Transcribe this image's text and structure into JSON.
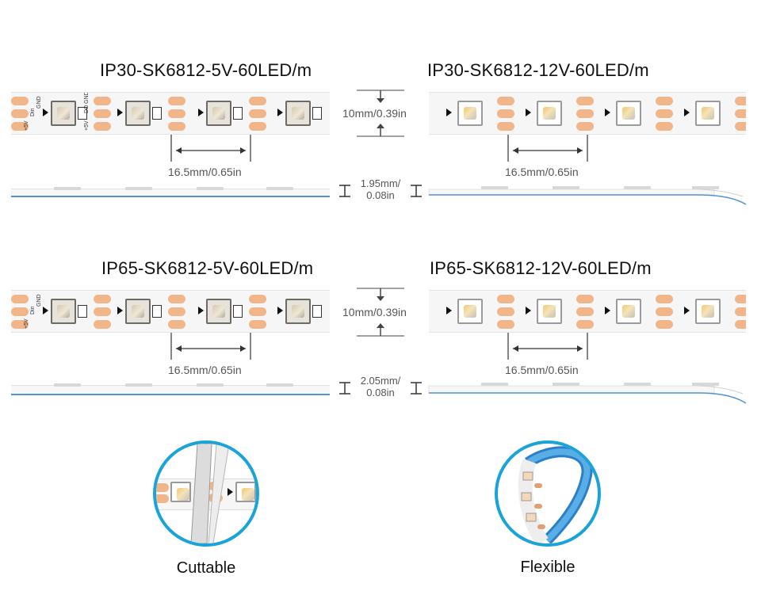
{
  "titles": {
    "ip30_5v": "IP30-SK6812-5V-60LED/m",
    "ip30_12v": "IP30-SK6812-12V-60LED/m",
    "ip65_5v": "IP65-SK6812-5V-60LED/m",
    "ip65_12v": "IP65-SK6812-12V-60LED/m"
  },
  "dimensions": {
    "width_ip30": "10mm/0.39in",
    "width_ip65": "10mm/0.39in",
    "pitch_ip30_5v": "16.5mm/0.65in",
    "pitch_ip30_12v": "16.5mm/0.65in",
    "pitch_ip65_5v": "16.5mm/0.65in",
    "pitch_ip65_12v": "16.5mm/0.65in",
    "thickness_ip30_l1": "1.95mm/",
    "thickness_ip30_l2": "0.08in",
    "thickness_ip65_l1": "2.05mm/",
    "thickness_ip65_l2": "0.08in"
  },
  "pcb_markings": {
    "plus5v": "+5V",
    "din": "Din",
    "gnd": "GND",
    "do": "DO"
  },
  "features": {
    "cuttable": "Cuttable",
    "flexible": "Flexible"
  },
  "colors": {
    "pad": "#f0b68a",
    "accent_blue": "#1aa3d9",
    "strip_edge_blue": "#4f93d6"
  }
}
